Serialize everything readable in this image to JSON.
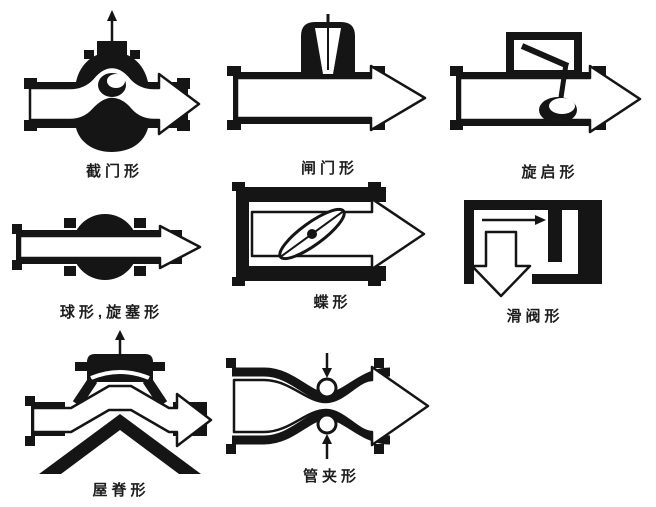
{
  "diagram": {
    "description": "valve-body-types-diagram",
    "colors": {
      "ink": "#151515",
      "background": "#ffffff"
    },
    "items": [
      {
        "name": "globe-valve",
        "label": "截门形"
      },
      {
        "name": "gate-valve",
        "label": "闸门形"
      },
      {
        "name": "swing-check-valve",
        "label": "旋启形"
      },
      {
        "name": "ball-plug-valve",
        "label": "球形,旋塞形"
      },
      {
        "name": "butterfly-valve",
        "label": "蝶形"
      },
      {
        "name": "slide-valve",
        "label": "滑阀形"
      },
      {
        "name": "weir-valve",
        "label": "屋脊形"
      },
      {
        "name": "pinch-valve",
        "label": "管夹形"
      }
    ]
  }
}
